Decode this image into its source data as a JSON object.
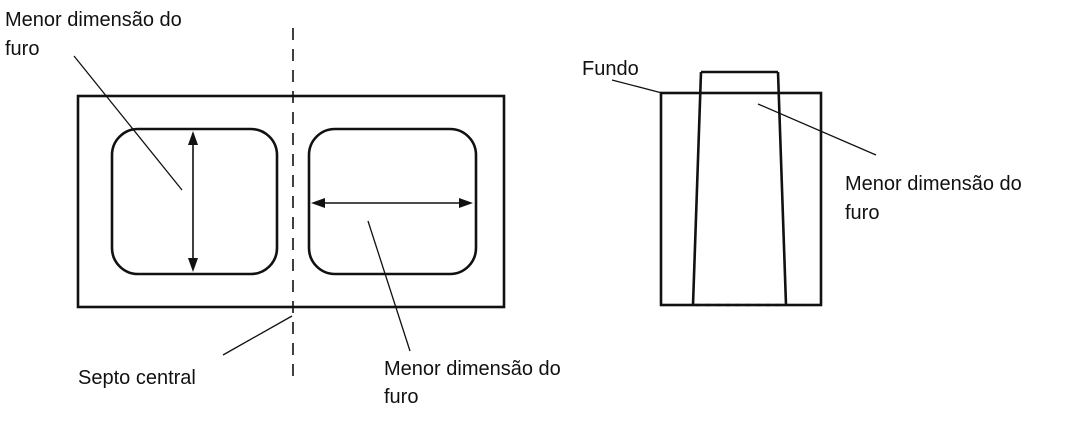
{
  "labels": {
    "top_left_line1": "Menor dimensão do",
    "top_left_line2": "furo",
    "fundo": "Fundo",
    "right_line1": "Menor dimensão do",
    "right_line2": "furo",
    "septo": "Septo central",
    "bottom_line1": "Menor dimensão do",
    "bottom_line2": "furo"
  },
  "colors": {
    "ink": "#111111",
    "background": "#ffffff"
  }
}
